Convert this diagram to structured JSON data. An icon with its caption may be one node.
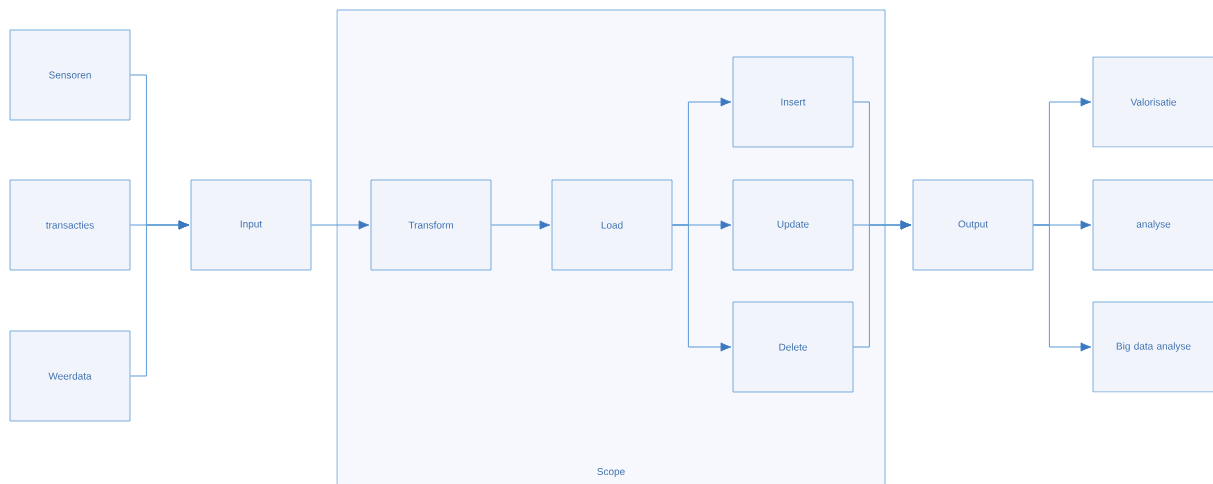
{
  "diagram": {
    "nodes": [
      {
        "text": [
          "Scope"
        ]
      },
      {
        "text": [
          "Sensoren"
        ]
      },
      {
        "text": [
          "transacties"
        ]
      },
      {
        "text": [
          "Weerdata"
        ]
      },
      {
        "text": [
          "Input"
        ]
      },
      {
        "text": [
          "Transform"
        ],
        "in": 0
      },
      {
        "text": [
          "Load"
        ],
        "in": 0
      },
      {
        "text": [
          "Insert"
        ],
        "in": 0
      },
      {
        "text": [
          "Update"
        ],
        "in": 0
      },
      {
        "text": [
          "Delete"
        ],
        "in": 0
      },
      {
        "text": [
          "Output"
        ]
      },
      {
        "text": [
          "Valorisatie"
        ]
      },
      {
        "text": [
          "analyse"
        ]
      },
      {
        "text": [
          "Big data analyse"
        ]
      }
    ],
    "edges": [
      {
        "from": 1,
        "to": 4,
        "arrow": "to"
      },
      {
        "from": 2,
        "to": 4,
        "arrow": "to"
      },
      {
        "from": 3,
        "to": 4,
        "arrow": "to"
      },
      {
        "from": 4,
        "to": 5,
        "arrow": "to"
      },
      {
        "from": 5,
        "to": 6,
        "arrow": "to"
      },
      {
        "from": 6,
        "to": 7,
        "arrow": "to"
      },
      {
        "from": 6,
        "to": 8,
        "arrow": "to"
      },
      {
        "from": 6,
        "to": 9,
        "arrow": "to"
      },
      {
        "from": 7,
        "to": 10,
        "arrow": "to"
      },
      {
        "from": 8,
        "to": 10,
        "arrow": "to"
      },
      {
        "from": 9,
        "to": 10,
        "arrow": "to"
      },
      {
        "from": 10,
        "to": 11,
        "arrow": "to"
      },
      {
        "from": 10,
        "to": 12,
        "arrow": "to"
      },
      {
        "from": 10,
        "to": 13,
        "arrow": "to"
      }
    ]
  }
}
